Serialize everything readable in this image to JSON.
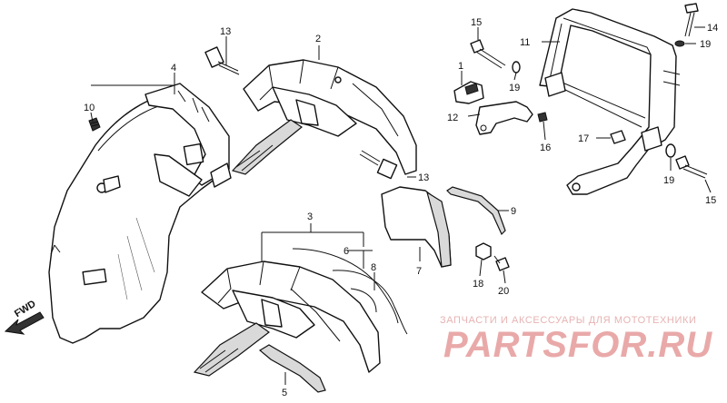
{
  "diagram": {
    "callouts": [
      {
        "id": "1",
        "label": "1"
      },
      {
        "id": "2",
        "label": "2"
      },
      {
        "id": "3",
        "label": "3"
      },
      {
        "id": "4",
        "label": "4"
      },
      {
        "id": "5",
        "label": "5"
      },
      {
        "id": "6",
        "label": "6"
      },
      {
        "id": "7",
        "label": "7"
      },
      {
        "id": "8",
        "label": "8"
      },
      {
        "id": "9",
        "label": "9"
      },
      {
        "id": "10",
        "label": "10"
      },
      {
        "id": "11",
        "label": "11"
      },
      {
        "id": "12",
        "label": "12"
      },
      {
        "id": "13a",
        "label": "13"
      },
      {
        "id": "13b",
        "label": "13"
      },
      {
        "id": "14",
        "label": "14"
      },
      {
        "id": "15a",
        "label": "15"
      },
      {
        "id": "15b",
        "label": "15"
      },
      {
        "id": "16",
        "label": "16"
      },
      {
        "id": "17",
        "label": "17"
      },
      {
        "id": "18",
        "label": "18"
      },
      {
        "id": "19a",
        "label": "19"
      },
      {
        "id": "19b",
        "label": "19"
      },
      {
        "id": "19c",
        "label": "19"
      },
      {
        "id": "20",
        "label": "20"
      }
    ],
    "fwd_label": "FWD"
  },
  "watermark": {
    "tagline": "ЗАПЧАСТИ И АКСЕССУАРЫ ДЛЯ МОТОТЕХНИКИ",
    "logo": "PARTSFOR.RU",
    "color": "#e9a9a9"
  }
}
